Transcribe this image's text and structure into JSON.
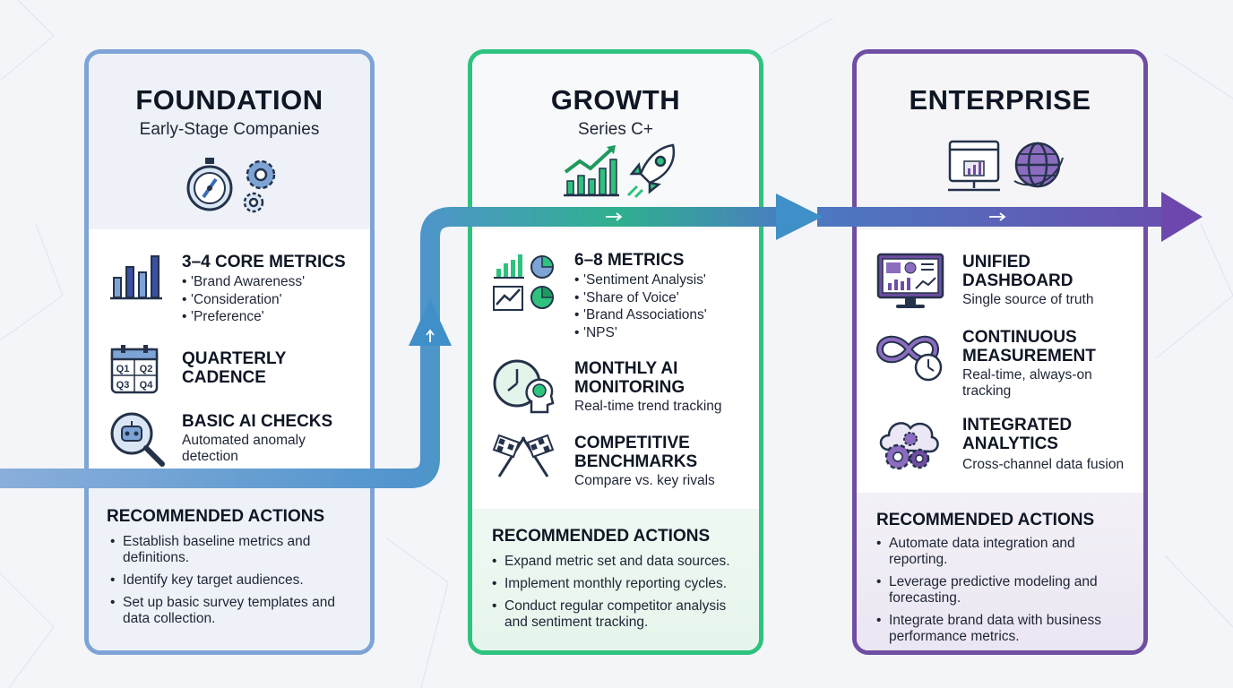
{
  "stages": [
    {
      "title": "FOUNDATION",
      "subtitle": "Early-Stage Companies",
      "features": [
        {
          "title": "3–4 CORE METRICS",
          "bullets": [
            "'Brand Awareness'",
            "'Consideration'",
            "'Preference'"
          ]
        },
        {
          "title": "QUARTERLY\nCADENCE"
        },
        {
          "title": "BASIC AI CHECKS",
          "description": "Automated anomaly detection"
        }
      ],
      "quarters": [
        "Q1",
        "Q2",
        "Q3",
        "Q4"
      ],
      "actions_title": "RECOMMENDED ACTIONS",
      "actions": [
        "Establish baseline metrics and definitions.",
        "Identify key target audiences.",
        "Set up basic survey templates and data collection."
      ]
    },
    {
      "title": "GROWTH",
      "subtitle": "Series C+",
      "features": [
        {
          "title": "6–8 METRICS",
          "bullets": [
            "'Sentiment Analysis'",
            "'Share of Voice'",
            "'Brand Associations'",
            "'NPS'"
          ]
        },
        {
          "title": "MONTHLY AI\nMONITORING",
          "description": "Real-time trend tracking"
        },
        {
          "title": "COMPETITIVE\nBENCHMARKS",
          "description": "Compare vs. key rivals"
        }
      ],
      "actions_title": "RECOMMENDED ACTIONS",
      "actions": [
        "Expand metric set and data sources.",
        "Implement monthly reporting cycles.",
        "Conduct regular competitor analysis and sentiment tracking."
      ]
    },
    {
      "title": "ENTERPRISE",
      "subtitle": "",
      "features": [
        {
          "title": "UNIFIED\nDASHBOARD",
          "description": "Single source of truth"
        },
        {
          "title": "CONTINUOUS\nMEASUREMENT",
          "description": "Real-time, always-on tracking"
        },
        {
          "title": "INTEGRATED\nANALYTICS",
          "description": "Cross-channel data fusion"
        }
      ],
      "actions_title": "RECOMMENDED ACTIONS",
      "actions": [
        "Automate data integration and reporting.",
        "Leverage predictive modeling and forecasting.",
        "Integrate brand data with business performance metrics."
      ]
    }
  ],
  "colors": {
    "foundation": "#7ea4d6",
    "growth": "#2ec27e",
    "enterprise": "#6f4ea3",
    "arrow_start": "#8aaedb",
    "arrow_mid": "#3aa6a0",
    "arrow_end": "#6d47ad"
  },
  "icons": {
    "foundation": [
      "compass-icon",
      "gears-icon",
      "bar-chart-icon",
      "calendar-icon",
      "robot-magnifier-icon"
    ],
    "growth": [
      "growth-chart-icon",
      "rocket-icon",
      "charts-pie-icon",
      "clock-brain-icon",
      "checkered-flags-icon"
    ],
    "enterprise": [
      "browser-chart-icon",
      "globe-icon",
      "monitor-dashboard-icon",
      "infinity-clock-icon",
      "cloud-gears-icon"
    ]
  }
}
